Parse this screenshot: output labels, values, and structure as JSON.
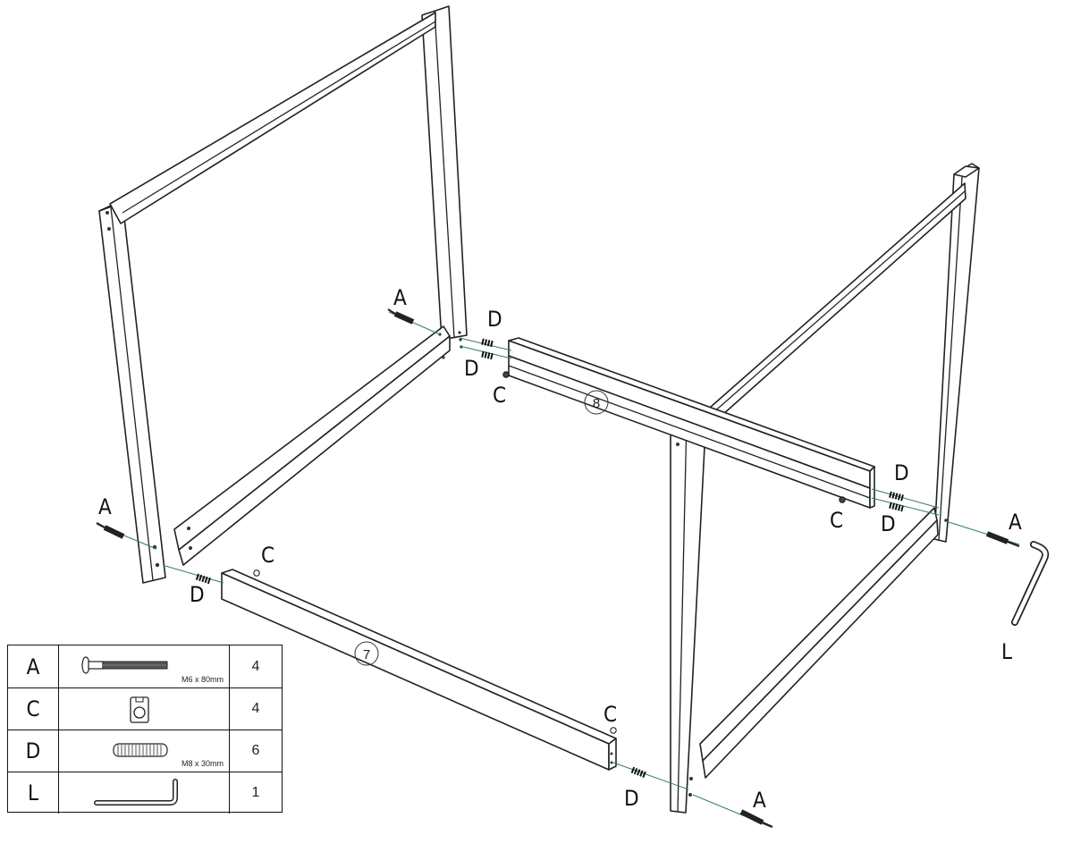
{
  "callouts": {
    "a_left_back": "A",
    "a_left_front": "A",
    "a_right_back": "A",
    "a_right_front": "A",
    "d_top_1": "D",
    "d_top_2": "D",
    "d_left_front": "D",
    "d_right_1": "D",
    "d_right_2": "D",
    "d_bottom": "D",
    "c_top": "C",
    "c_right": "C",
    "c_panel7_left": "C",
    "c_panel7_right": "C",
    "l_wrench": "L"
  },
  "part_numbers": {
    "rail_8": "8",
    "rail_7": "7"
  },
  "parts_table": [
    {
      "code": "A",
      "icon": "bolt-icon",
      "spec": "M6 x 80mm",
      "qty": "4"
    },
    {
      "code": "C",
      "icon": "barrel-nut-icon",
      "spec": "",
      "qty": "4"
    },
    {
      "code": "D",
      "icon": "dowel-icon",
      "spec": "M8 x 30mm",
      "qty": "6"
    },
    {
      "code": "L",
      "icon": "allen-key-icon",
      "spec": "",
      "qty": "1"
    }
  ]
}
